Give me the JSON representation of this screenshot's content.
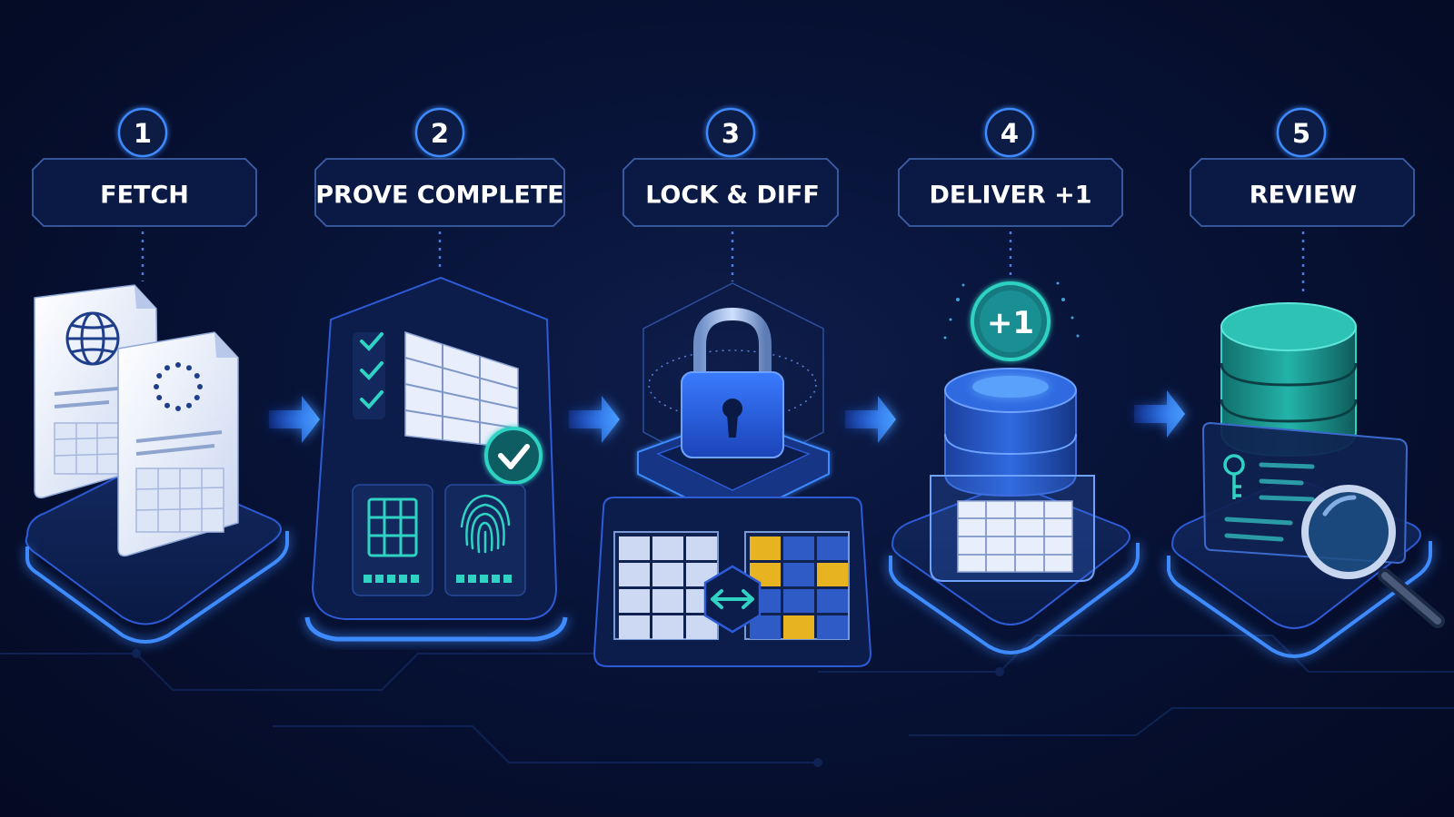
{
  "steps": [
    {
      "number": "1",
      "title": "FETCH"
    },
    {
      "number": "2",
      "title": "PROVE COMPLETE"
    },
    {
      "number": "3",
      "title": "LOCK & DIFF"
    },
    {
      "number": "4",
      "title": "DELIVER +1"
    },
    {
      "number": "5",
      "title": "REVIEW"
    }
  ],
  "deliver_badge": "+1",
  "colors": {
    "background": "#071236",
    "accent_blue": "#2f7bff",
    "glow": "#3d8bff",
    "teal": "#27c4b8",
    "panel": "#0f2250",
    "amber": "#e8b321",
    "border": "#3c5fa8"
  },
  "icons": [
    "globe-icon",
    "eu-stars-icon",
    "checkmark-icon",
    "fingerprint-icon",
    "padlock-icon",
    "swap-arrows-icon",
    "database-icon",
    "key-icon",
    "magnifier-icon",
    "arrow-right-icon"
  ]
}
